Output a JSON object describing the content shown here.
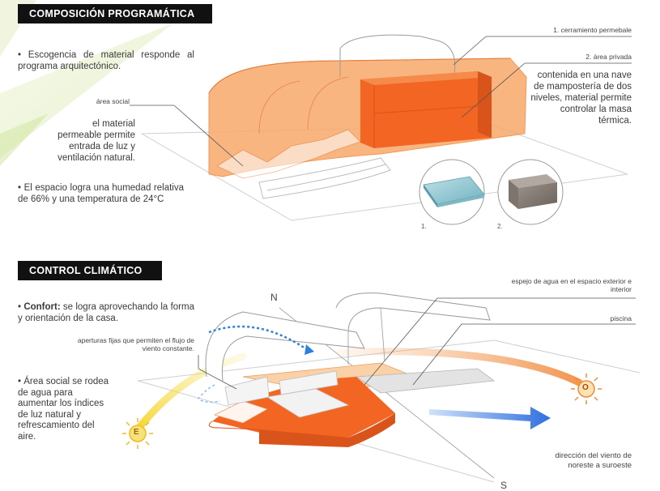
{
  "section1": {
    "title": "COMPOSICIÓN PROGRAMÁTICA",
    "bullet1": "• Escogencia de material responde al programa arquitectónico.",
    "bullet2": "• El espacio logra una humedad relativa de 66% y una temperatura de 24°C",
    "label_social": "área social",
    "note_social": "el material permeable permite entrada de luz y ventilación natural.",
    "label_1": "1. cerramiento permebale",
    "label_2": "2. área privada",
    "note_private": "contenida en una nave de mampostería de dos niveles, material permite controlar la masa térmica.",
    "material_1": "1.",
    "material_2": "2."
  },
  "section2": {
    "title": "CONTROL CLIMÁTICO",
    "bullet1_bold": "Confort:",
    "bullet1_rest": " se logra aprovechando la forma y orientación de la casa.",
    "bullet2": "• Área social se rodea de agua para aumentar los índices de luz natural y refrescamiento del aire.",
    "label_openings": "aperturas fijas que permiten el flujo de viento constante.",
    "label_mirror": "espejo de agua en el espacio exterior e interior",
    "label_pool": "piscina",
    "wind_direction": "dirección del viento de noreste a suroeste",
    "north": "N",
    "south": "S",
    "east": "E",
    "west": "O"
  },
  "colors": {
    "orange": "#f26522",
    "light_orange": "#f7a96b",
    "sun": "#f5b81c",
    "wind": "#2f7fe0"
  }
}
